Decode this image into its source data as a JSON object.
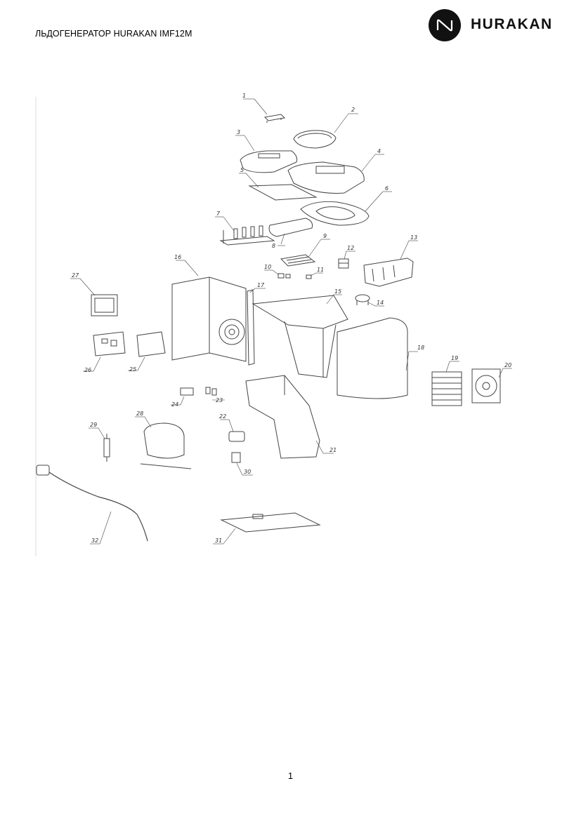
{
  "header": {
    "title": "ЛЬДОГЕНЕРАТОР HURAKAN IMF12M",
    "logo_text": "HURAKAN"
  },
  "diagram": {
    "part_numbers": [
      "1",
      "2",
      "3",
      "4",
      "5",
      "6",
      "7",
      "8",
      "9",
      "10",
      "11",
      "12",
      "13",
      "14",
      "15",
      "16",
      "17",
      "18",
      "19",
      "20",
      "21",
      "22",
      "23",
      "24",
      "25",
      "26",
      "27",
      "28",
      "29",
      "30",
      "31",
      "32"
    ]
  },
  "footer": {
    "page_number": "1"
  }
}
